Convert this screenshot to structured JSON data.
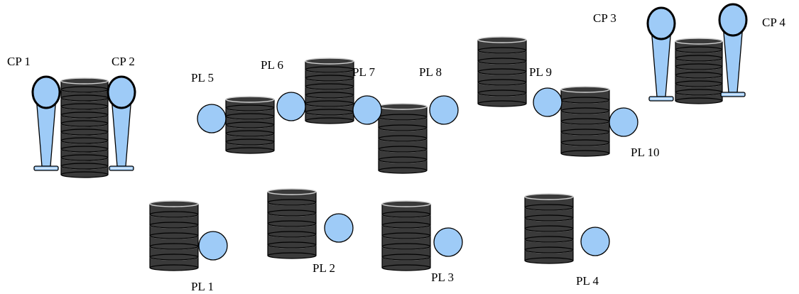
{
  "colors": {
    "disk_fill": "#3a3a3a",
    "disk_stroke": "#000000",
    "node_fill": "#9ecbf7",
    "node_stroke": "#000000",
    "cp_body_fill": "#9ecbf7",
    "background": "#ffffff"
  },
  "labels": {
    "cp1": "CP 1",
    "cp2": "CP 2",
    "cp3": "CP 3",
    "cp4": "CP 4",
    "pl1": "PL 1",
    "pl2": "PL 2",
    "pl3": "PL 3",
    "pl4": "PL 4",
    "pl5": "PL 5",
    "pl6": "PL 6",
    "pl7": "PL 7",
    "pl8": "PL 8",
    "pl9": "PL 9",
    "pl10": "PL 10"
  },
  "icons": {
    "disk_stack": "disk-stack-icon",
    "planet_node": "planet-node-circle",
    "control_node": "control-node-pillar-icon"
  }
}
